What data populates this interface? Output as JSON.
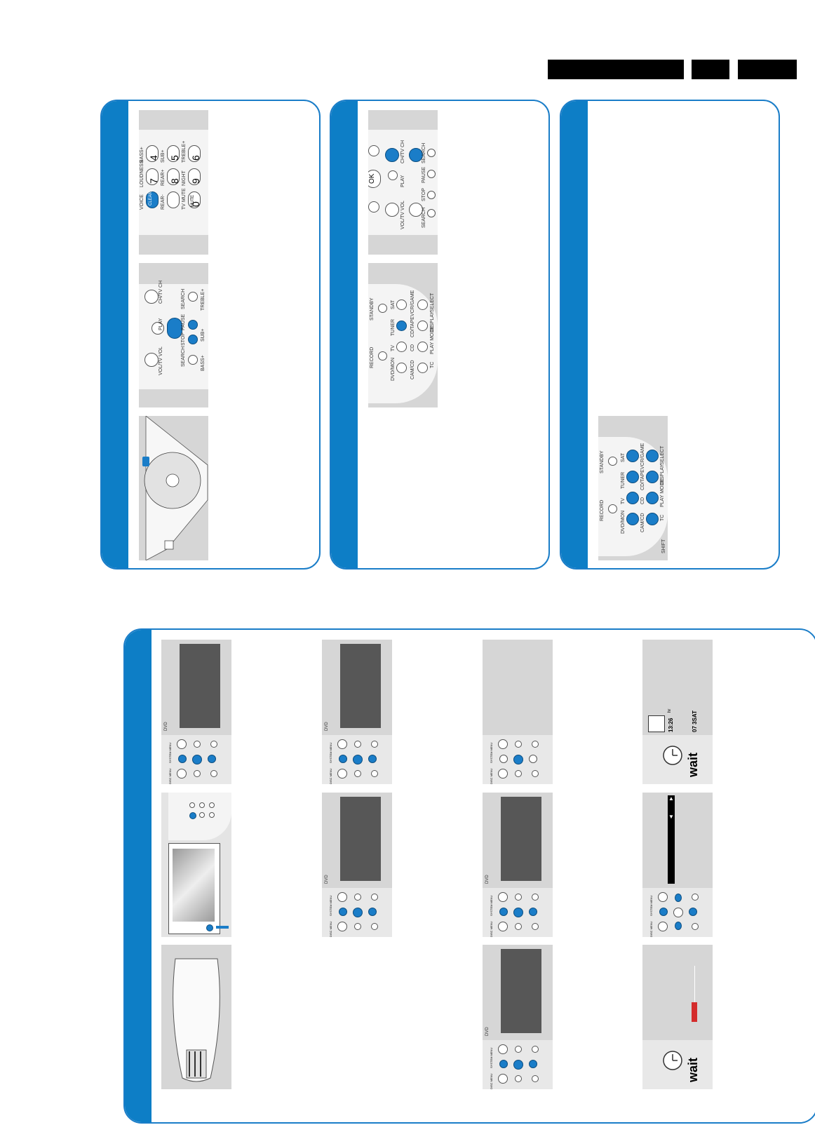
{
  "remote1": {
    "row_top": [
      "VOL/TV VOL",
      "PLAY",
      "CH/TV CH"
    ],
    "row_mid": [
      "SEARCH",
      "STOP",
      "PAUSE",
      "SEARCH"
    ],
    "row_low": [
      "BASS+",
      "SUB+",
      "TREBLE+"
    ]
  },
  "remote2": {
    "labels_top": [
      "BASS+",
      "SUB+",
      "TREBLE+"
    ],
    "labels_mid": [
      "LOUDNESS",
      "REAR+",
      "NIGHT"
    ],
    "labels_low": [
      "VOICE",
      "REAR-",
      "TV MUTE"
    ],
    "digits": [
      "4",
      "5",
      "6",
      "7",
      "8",
      "9",
      "0"
    ],
    "low_keys": [
      "CLEAR",
      "MUTE"
    ]
  },
  "remote3": {
    "top": [
      "RECORD",
      "STANDBY"
    ],
    "sources1": [
      "DVD/MON",
      "TV",
      "TUNER",
      "SAT"
    ],
    "sources2": [
      "CAM/CD",
      "CD",
      "CD/TAPE",
      "VCR/GAME"
    ],
    "sources3": [
      "TC",
      "PLAY MODE",
      "DISPLAY",
      "SELECT"
    ],
    "shift": "SHIFT"
  },
  "remote4": {
    "ok": "OK",
    "labels": [
      "VOL/TV VOL",
      "PLAY",
      "CH/TV CH",
      "SEARCH",
      "STOP",
      "PAUSE",
      "SEARCH"
    ]
  },
  "small_keypad": {
    "system_menu": "SYSTEM MENU",
    "disc_menu": "DISC MENU",
    "dvd_logo": "DVD"
  },
  "setup_screen": {
    "time": "13:26",
    "hour": "hr",
    "channel": "07 3SAT"
  },
  "wait_label": "wait",
  "colors": {
    "accent": "#0d7ec6",
    "screen": "#575757",
    "box": "#d6d6d6"
  }
}
